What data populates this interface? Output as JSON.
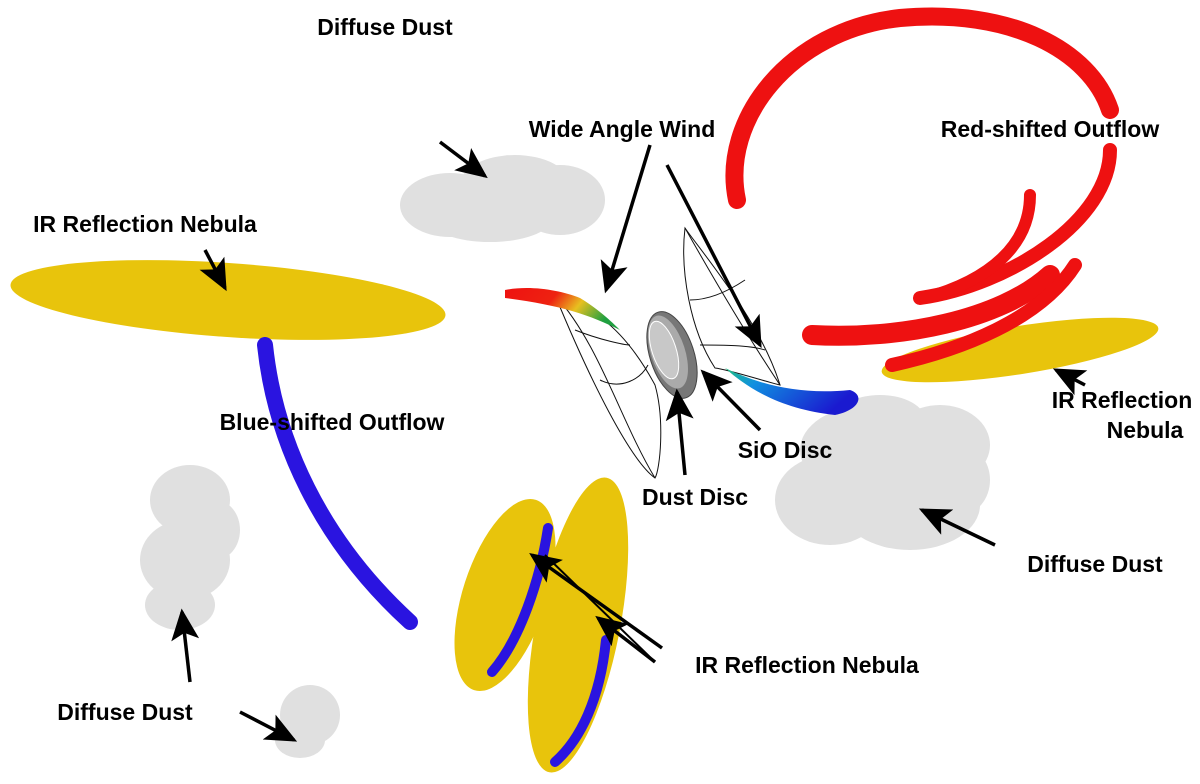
{
  "labels": {
    "diffuse_dust_top": "Diffuse Dust",
    "wide_angle_wind": "Wide Angle Wind",
    "red_shifted_outflow": "Red-shifted Outflow",
    "ir_nebula_left": "IR Reflection Nebula",
    "blue_shifted_outflow": "Blue-shifted Outflow",
    "ir_nebula_right_line1": "IR Reflection",
    "ir_nebula_right_line2": "Nebula",
    "sio_disc": "SiO Disc",
    "dust_disc": "Dust Disc",
    "diffuse_dust_right": "Diffuse Dust",
    "ir_nebula_bottom": "IR Reflection Nebula",
    "diffuse_dust_bottom": "Diffuse Dust"
  },
  "colors": {
    "red_outflow": "#ee1111",
    "blue_outflow": "#2a14e0",
    "nebula": "#e8c40c",
    "dust": "#e0e0e0",
    "disc": "#a0a0a0"
  }
}
